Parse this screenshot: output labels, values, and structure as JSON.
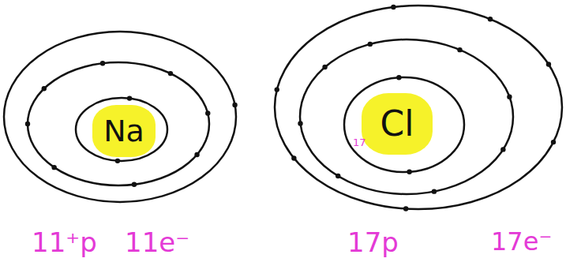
{
  "diagram": {
    "nodes": [
      {
        "text": [
          "Na"
        ]
      },
      {
        "text": [
          "Cl"
        ]
      }
    ],
    "labels": [
      "11⁺p",
      "11e⁻",
      "17",
      "17p",
      "17e⁻"
    ]
  }
}
